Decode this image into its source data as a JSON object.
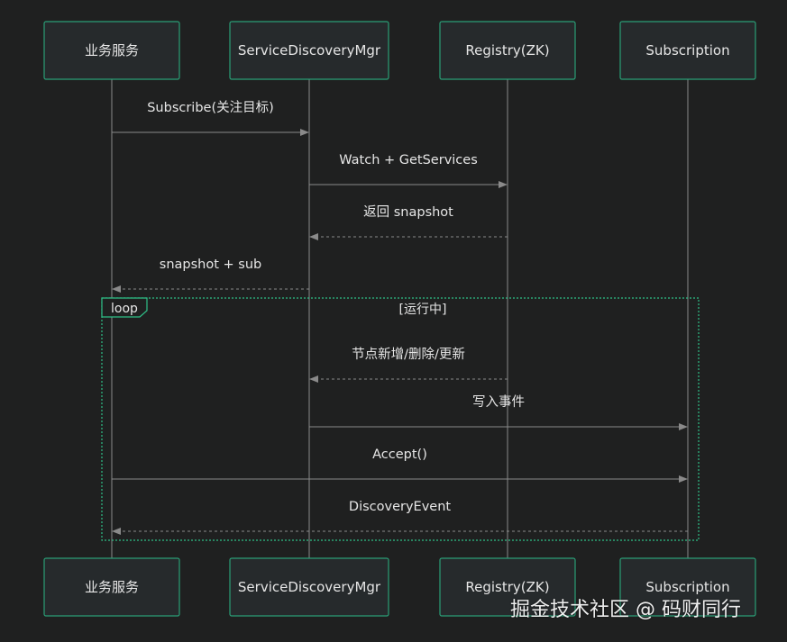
{
  "diagram": {
    "participants": [
      {
        "id": "biz",
        "label": "业务服务"
      },
      {
        "id": "sdm",
        "label": "ServiceDiscoveryMgr"
      },
      {
        "id": "reg",
        "label": "Registry(ZK)"
      },
      {
        "id": "sub",
        "label": "Subscription"
      }
    ],
    "messages": [
      {
        "from": "biz",
        "to": "sdm",
        "label": "Subscribe(关注目标)",
        "style": "solid"
      },
      {
        "from": "sdm",
        "to": "reg",
        "label": "Watch + GetServices",
        "style": "solid"
      },
      {
        "from": "reg",
        "to": "sdm",
        "label": "返回 snapshot",
        "style": "dashed"
      },
      {
        "from": "sdm",
        "to": "biz",
        "label": "snapshot + sub",
        "style": "dashed"
      },
      {
        "from": "reg",
        "to": "sdm",
        "label": "节点新增/删除/更新",
        "style": "dashed"
      },
      {
        "from": "sdm",
        "to": "sub",
        "label": "写入事件",
        "style": "solid"
      },
      {
        "from": "biz",
        "to": "sub",
        "label": "Accept()",
        "style": "solid"
      },
      {
        "from": "sub",
        "to": "biz",
        "label": "DiscoveryEvent",
        "style": "dashed"
      }
    ],
    "loop": {
      "label": "loop",
      "condition": "[运行中]"
    }
  },
  "watermark": "掘金技术社区 @ 码财同行",
  "colors": {
    "background": "#1f2020",
    "box_fill": "#262a2c",
    "box_border": "#2a9e76",
    "lifeline": "#8a8a8a",
    "arrow": "#8a8a8a",
    "text": "#e6e6e6",
    "loop_border": "#2fbf87"
  }
}
